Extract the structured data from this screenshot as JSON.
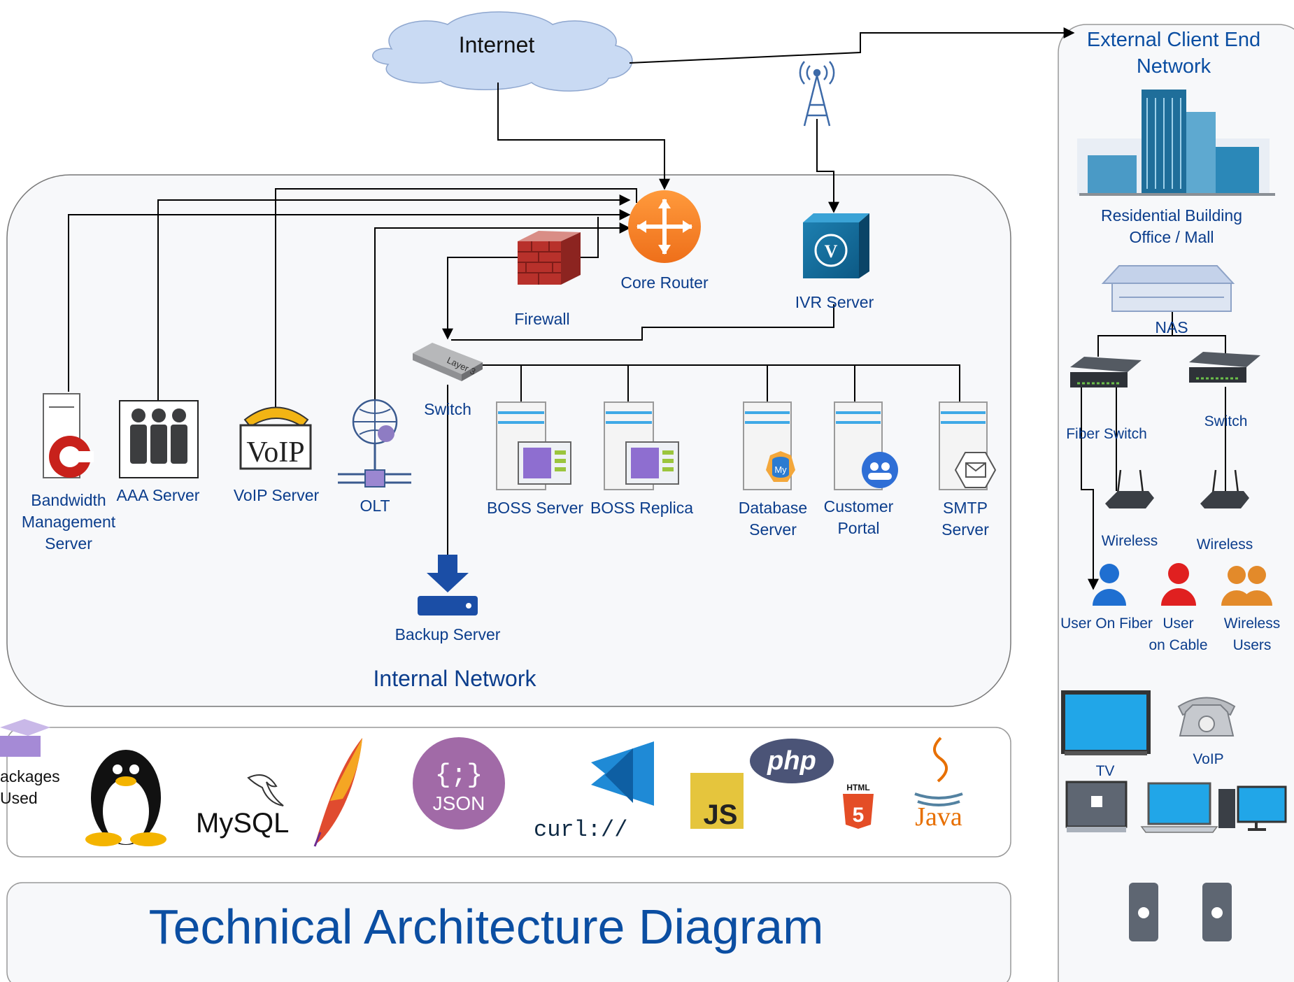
{
  "diagram": {
    "title": "Technical Architecture Diagram",
    "internet": "Internet",
    "internal_network": "Internal Network",
    "external_network": "External Client End\nNetwork",
    "nodes": {
      "core_router": "Core Router",
      "firewall": "Firewall",
      "ivr_server": "IVR Server",
      "switch": "Switch",
      "layer3_tag": "Layer 3",
      "bandwidth_server": "Bandwidth\nManagement\nServer",
      "aaa_server": "AAA Server",
      "voip_server": "VoIP Server",
      "voip_icon_text": "VoIP",
      "olt": "OLT",
      "boss_server": "BOSS Server",
      "boss_replica": "BOSS Replica",
      "database_server": "Database\nServer",
      "db_badge": "My",
      "customer_portal": "Customer\nPortal",
      "smtp_server": "SMTP\nServer",
      "backup_server": "Backup Server"
    },
    "external": {
      "building": "Residential Building\nOffice / Mall",
      "nas": "NAS",
      "fiber_switch": "Fiber Switch",
      "switch": "Switch",
      "wireless_1": "Wireless",
      "wireless_2": "Wireless",
      "user_fiber": "User On Fiber",
      "user_cable": "User\non Cable",
      "wireless_users": "Wireless\nUsers",
      "tv": "TV",
      "voip": "VoIP"
    },
    "packages": {
      "label": "ackages\nUsed",
      "mysql": "MySQL",
      "json": "JSON",
      "json_braces": "{;}",
      "curl": "curl://",
      "js": "JS",
      "php": "php",
      "html5_tag": "HTML",
      "html5_num": "5",
      "java": "Java"
    }
  }
}
